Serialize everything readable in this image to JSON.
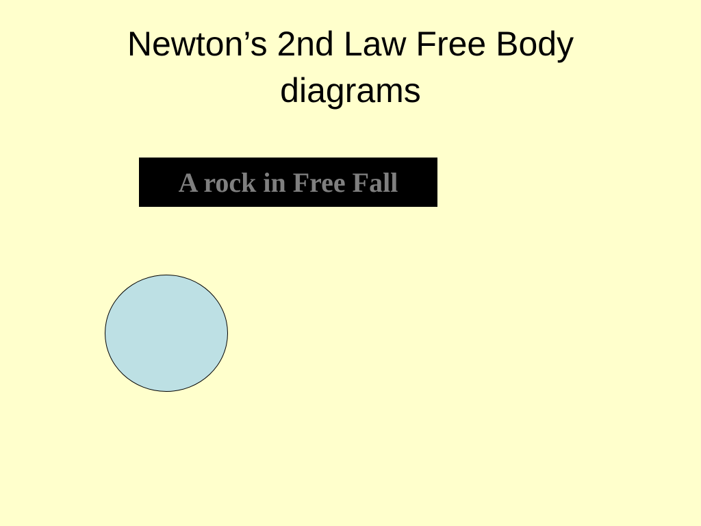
{
  "slide": {
    "title_line1": "Newton’s 2nd Law Free Body",
    "title_line2": "diagrams",
    "caption": "A rock in Free Fall"
  },
  "colors": {
    "background": "#FFFFCC",
    "caption_box": "#000000",
    "caption_text": "#7F7F7F",
    "rock_fill": "#BDE0E4",
    "rock_outline": "#000000"
  }
}
